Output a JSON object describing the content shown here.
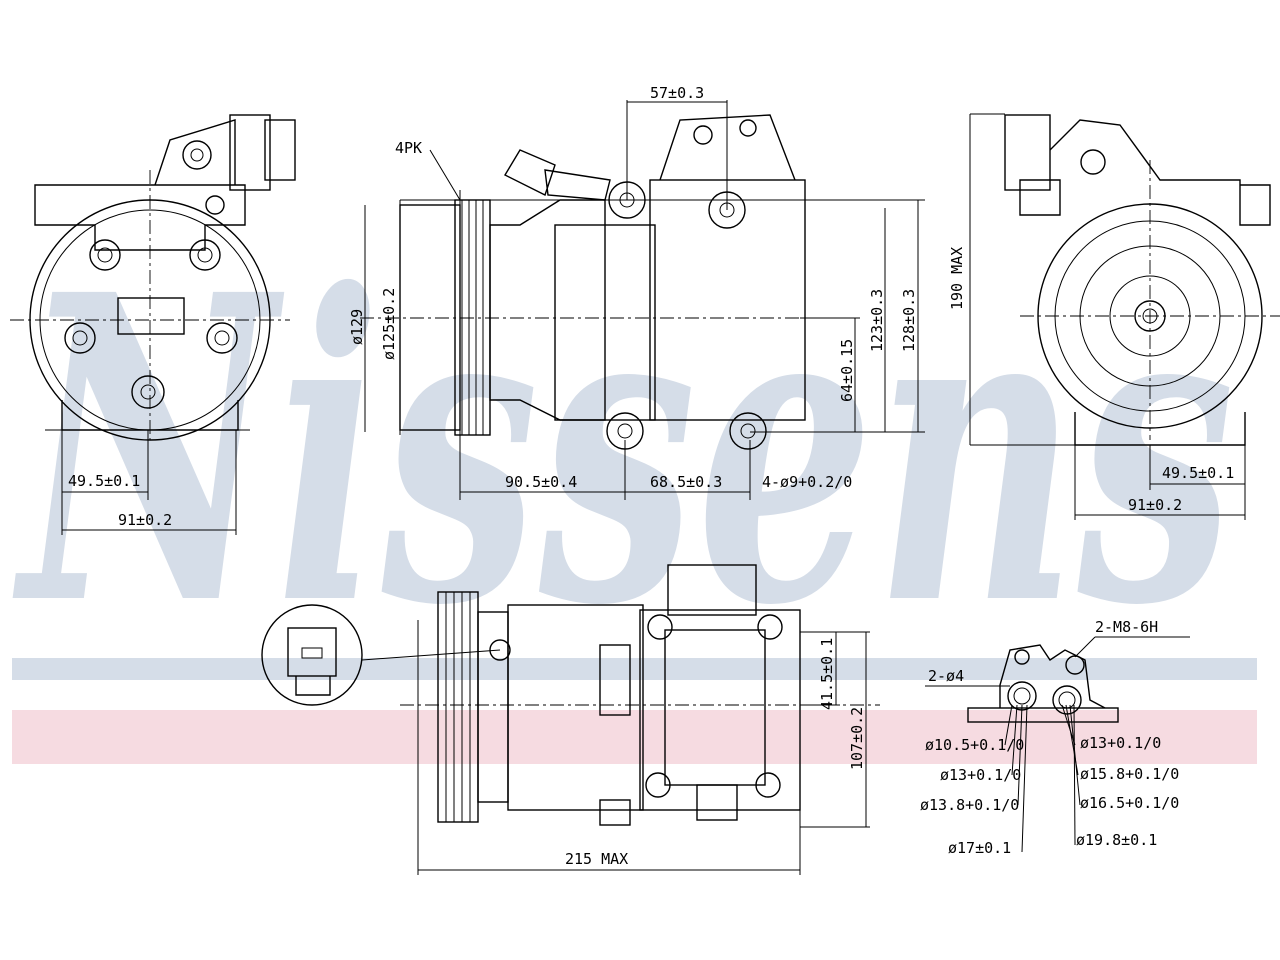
{
  "watermark": {
    "brand": "Nissens",
    "colors": {
      "text": "#d5dde8",
      "blue_band": "#d5dde8",
      "red_band": "#f6dbe1"
    }
  },
  "views": {
    "front": {
      "dim_height_mount": "49.5±0.1",
      "dim_width": "91±0.2"
    },
    "side": {
      "pulley_label": "4PK",
      "dim_top": "57±0.3",
      "dim_pulley_dia": "ø129",
      "dim_clutch_dia": "ø125±0.2",
      "dim_len1": "90.5±0.4",
      "dim_len2": "68.5±0.3",
      "dim_holes": "4-ø9+0.2/0",
      "dim_h_64": "64±0.15",
      "dim_h_123": "123±0.3",
      "dim_h_128": "128±0.3",
      "dim_h_190": "190 MAX"
    },
    "rear": {
      "dim_height_mount": "49.5±0.1",
      "dim_width": "91±0.2"
    },
    "bottom": {
      "dim_41": "41.5±0.1",
      "dim_107": "107±0.2",
      "dim_length": "215 MAX"
    },
    "port": {
      "label_threads": "2-M8-6H",
      "label_holes": "2-ø4",
      "left_dims": [
        "ø10.5+0.1/0",
        "ø13+0.1/0",
        "ø13.8+0.1/0",
        "ø17±0.1"
      ],
      "right_dims": [
        "ø13+0.1/0",
        "ø15.8+0.1/0",
        "ø16.5+0.1/0",
        "ø19.8±0.1"
      ]
    }
  }
}
